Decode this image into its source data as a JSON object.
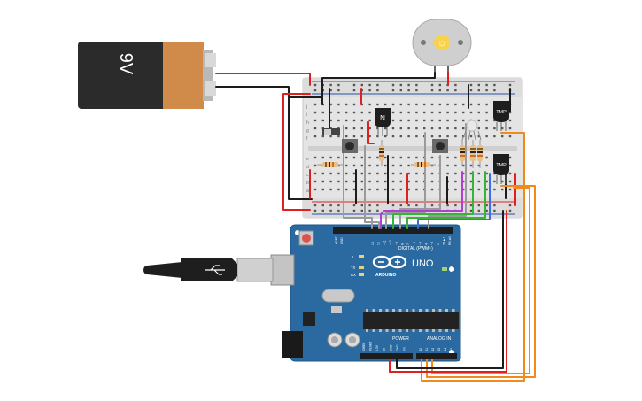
{
  "battery": {
    "label": "9V"
  },
  "motor": {
    "symbol": "☼"
  },
  "transistor": {
    "label": "N"
  },
  "sensors": [
    {
      "label": "TMP"
    },
    {
      "label": "TMP"
    }
  ],
  "arduino": {
    "digital_header": "DIGITAL (PWM~)",
    "brand": "ARDUINO",
    "model": "UNO",
    "power_label": "POWER",
    "analog_label": "ANALOG IN",
    "on_label": "ON",
    "led_labels": [
      "L",
      "TX",
      "RX"
    ],
    "aref": "AREF",
    "gnd": "GND",
    "digital_pins": [
      "13",
      "12",
      "~11",
      "~10",
      "~9",
      "8",
      "7",
      "~6",
      "~5",
      "4",
      "~3",
      "2",
      "TX►1",
      "RX◄0"
    ],
    "power_pins": [
      "IOREF",
      "RESET",
      "3.3V",
      "5V",
      "GND",
      "GND",
      "Vin"
    ],
    "analog_pins": [
      "A0",
      "A1",
      "A2",
      "A3",
      "A4",
      "A5"
    ]
  },
  "breadboard": {
    "row_letters_top": [
      "j",
      "i",
      "h",
      "g",
      "f"
    ],
    "row_letters_bottom": [
      "e",
      "d",
      "c",
      "b",
      "a"
    ]
  },
  "colors": {
    "battery_black": "#2b2b2b",
    "battery_copper": "#d08a4a",
    "board_blue": "#2a6aa1",
    "wire_red": "#e02020",
    "wire_black": "#1c1c1c",
    "wire_orange": "#f08a1a",
    "wire_gray": "#9a9a9a",
    "wire_green": "#35b535",
    "wire_purple": "#b040d0",
    "wire_blue": "#3e6ee0",
    "breadboard": "#e4e4e4"
  }
}
